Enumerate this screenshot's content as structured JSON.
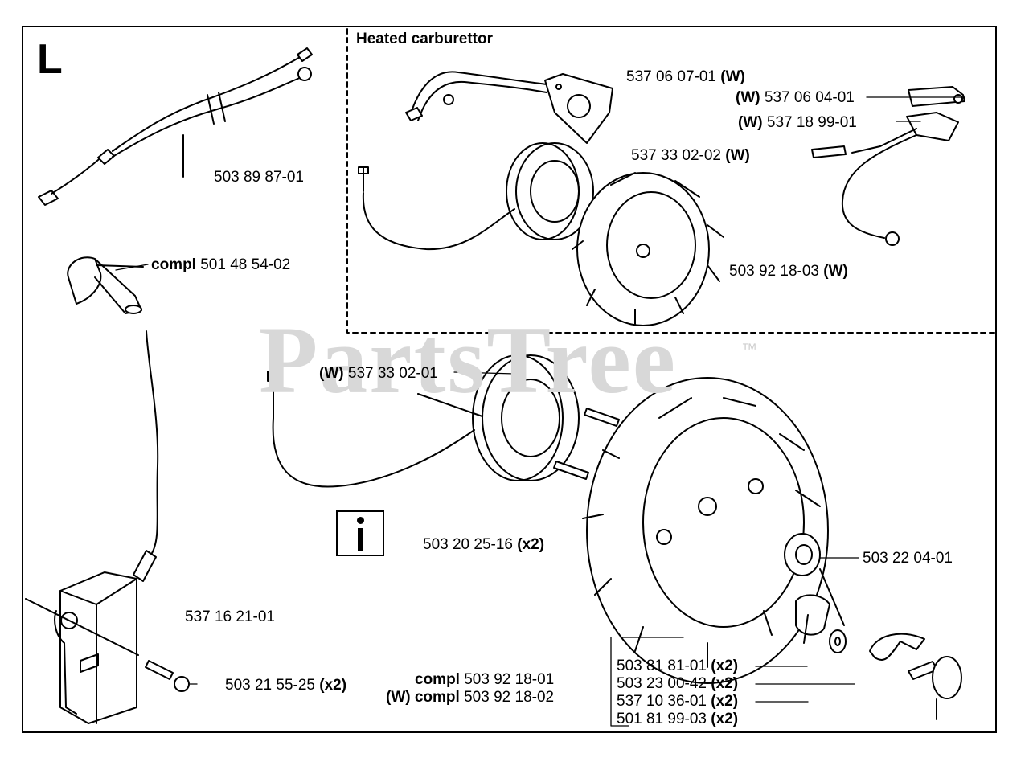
{
  "section_letter": "L",
  "heated_title": "Heated carburettor",
  "watermark": "PartsTree",
  "trademark": "™",
  "parts": {
    "harness": {
      "num": "503 89 87-01"
    },
    "boot": {
      "pre": "compl ",
      "num": "501 48 54-02"
    },
    "module": {
      "num": "537 16 21-01"
    },
    "module_screw": {
      "num": "503 21 55-25",
      "post": " (x2)"
    },
    "heater_bracket": {
      "num": "537 06 07-01",
      "post": " (W)"
    },
    "plate": {
      "pre": "(W) ",
      "num": "537 06 04-01"
    },
    "thermostat": {
      "pre": "(W) ",
      "num": "537 18 99-01"
    },
    "coil_heated": {
      "num": "537 33 02-02",
      "post": " (W)"
    },
    "flywheel_heated": {
      "num": "503 92 18-03",
      "post": " (W)"
    },
    "coil": {
      "pre": "(W) ",
      "num": "537 33 02-01"
    },
    "coil_screw": {
      "num": "503 20 25-16",
      "post": " (x2)"
    },
    "nut": {
      "num": "503 22 04-01"
    },
    "flywheel_compl": {
      "pre": "compl ",
      "num": "503 92 18-01"
    },
    "flywheel_compl_w": {
      "pre": "(W) compl ",
      "num": "503 92 18-02"
    },
    "k1": {
      "num": "503 81 81-01",
      "post": " (x2)"
    },
    "k2": {
      "num": "503 23 00-42",
      "post": " (x2)"
    },
    "k3": {
      "num": "537 10 36-01",
      "post": " (x2)"
    },
    "k4": {
      "num": "501 81 99-03",
      "post": " (x2)"
    }
  }
}
